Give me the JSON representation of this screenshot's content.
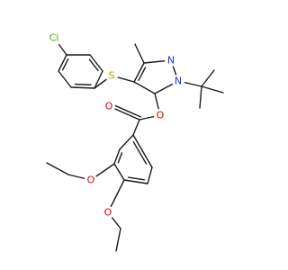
{
  "molecule": {
    "colors": {
      "bond": "#1a1a1a",
      "C": "#1a1a1a",
      "Cl": "#3cb500",
      "S": "#b8a000",
      "N": "#2233dd",
      "O": "#e8000b"
    },
    "labels": {
      "cl": "Cl",
      "s": "S",
      "n2": "N",
      "n1": "N",
      "o_ester": "O",
      "o_carbonyl": "O",
      "o_ether1": "O",
      "o_ether2": "O"
    }
  }
}
